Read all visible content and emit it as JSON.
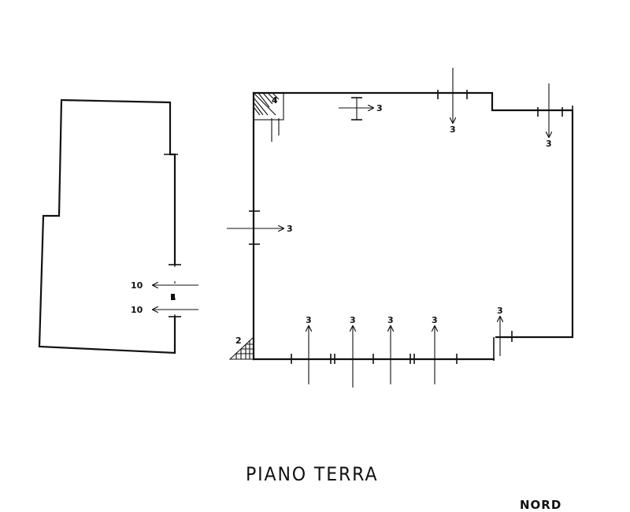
{
  "title": "PIANO TERRA",
  "north_label": "NORD",
  "markers": {
    "stair_left": "2",
    "stair_top": "4",
    "top_inner": "3",
    "top_mid": "3",
    "top_right": "3",
    "left_wall": "3",
    "bottom_1": "3",
    "bottom_2": "3",
    "bottom_3": "3",
    "bottom_4": "3",
    "bottom_right": "3",
    "left_upper": "10",
    "left_lower": "10"
  }
}
